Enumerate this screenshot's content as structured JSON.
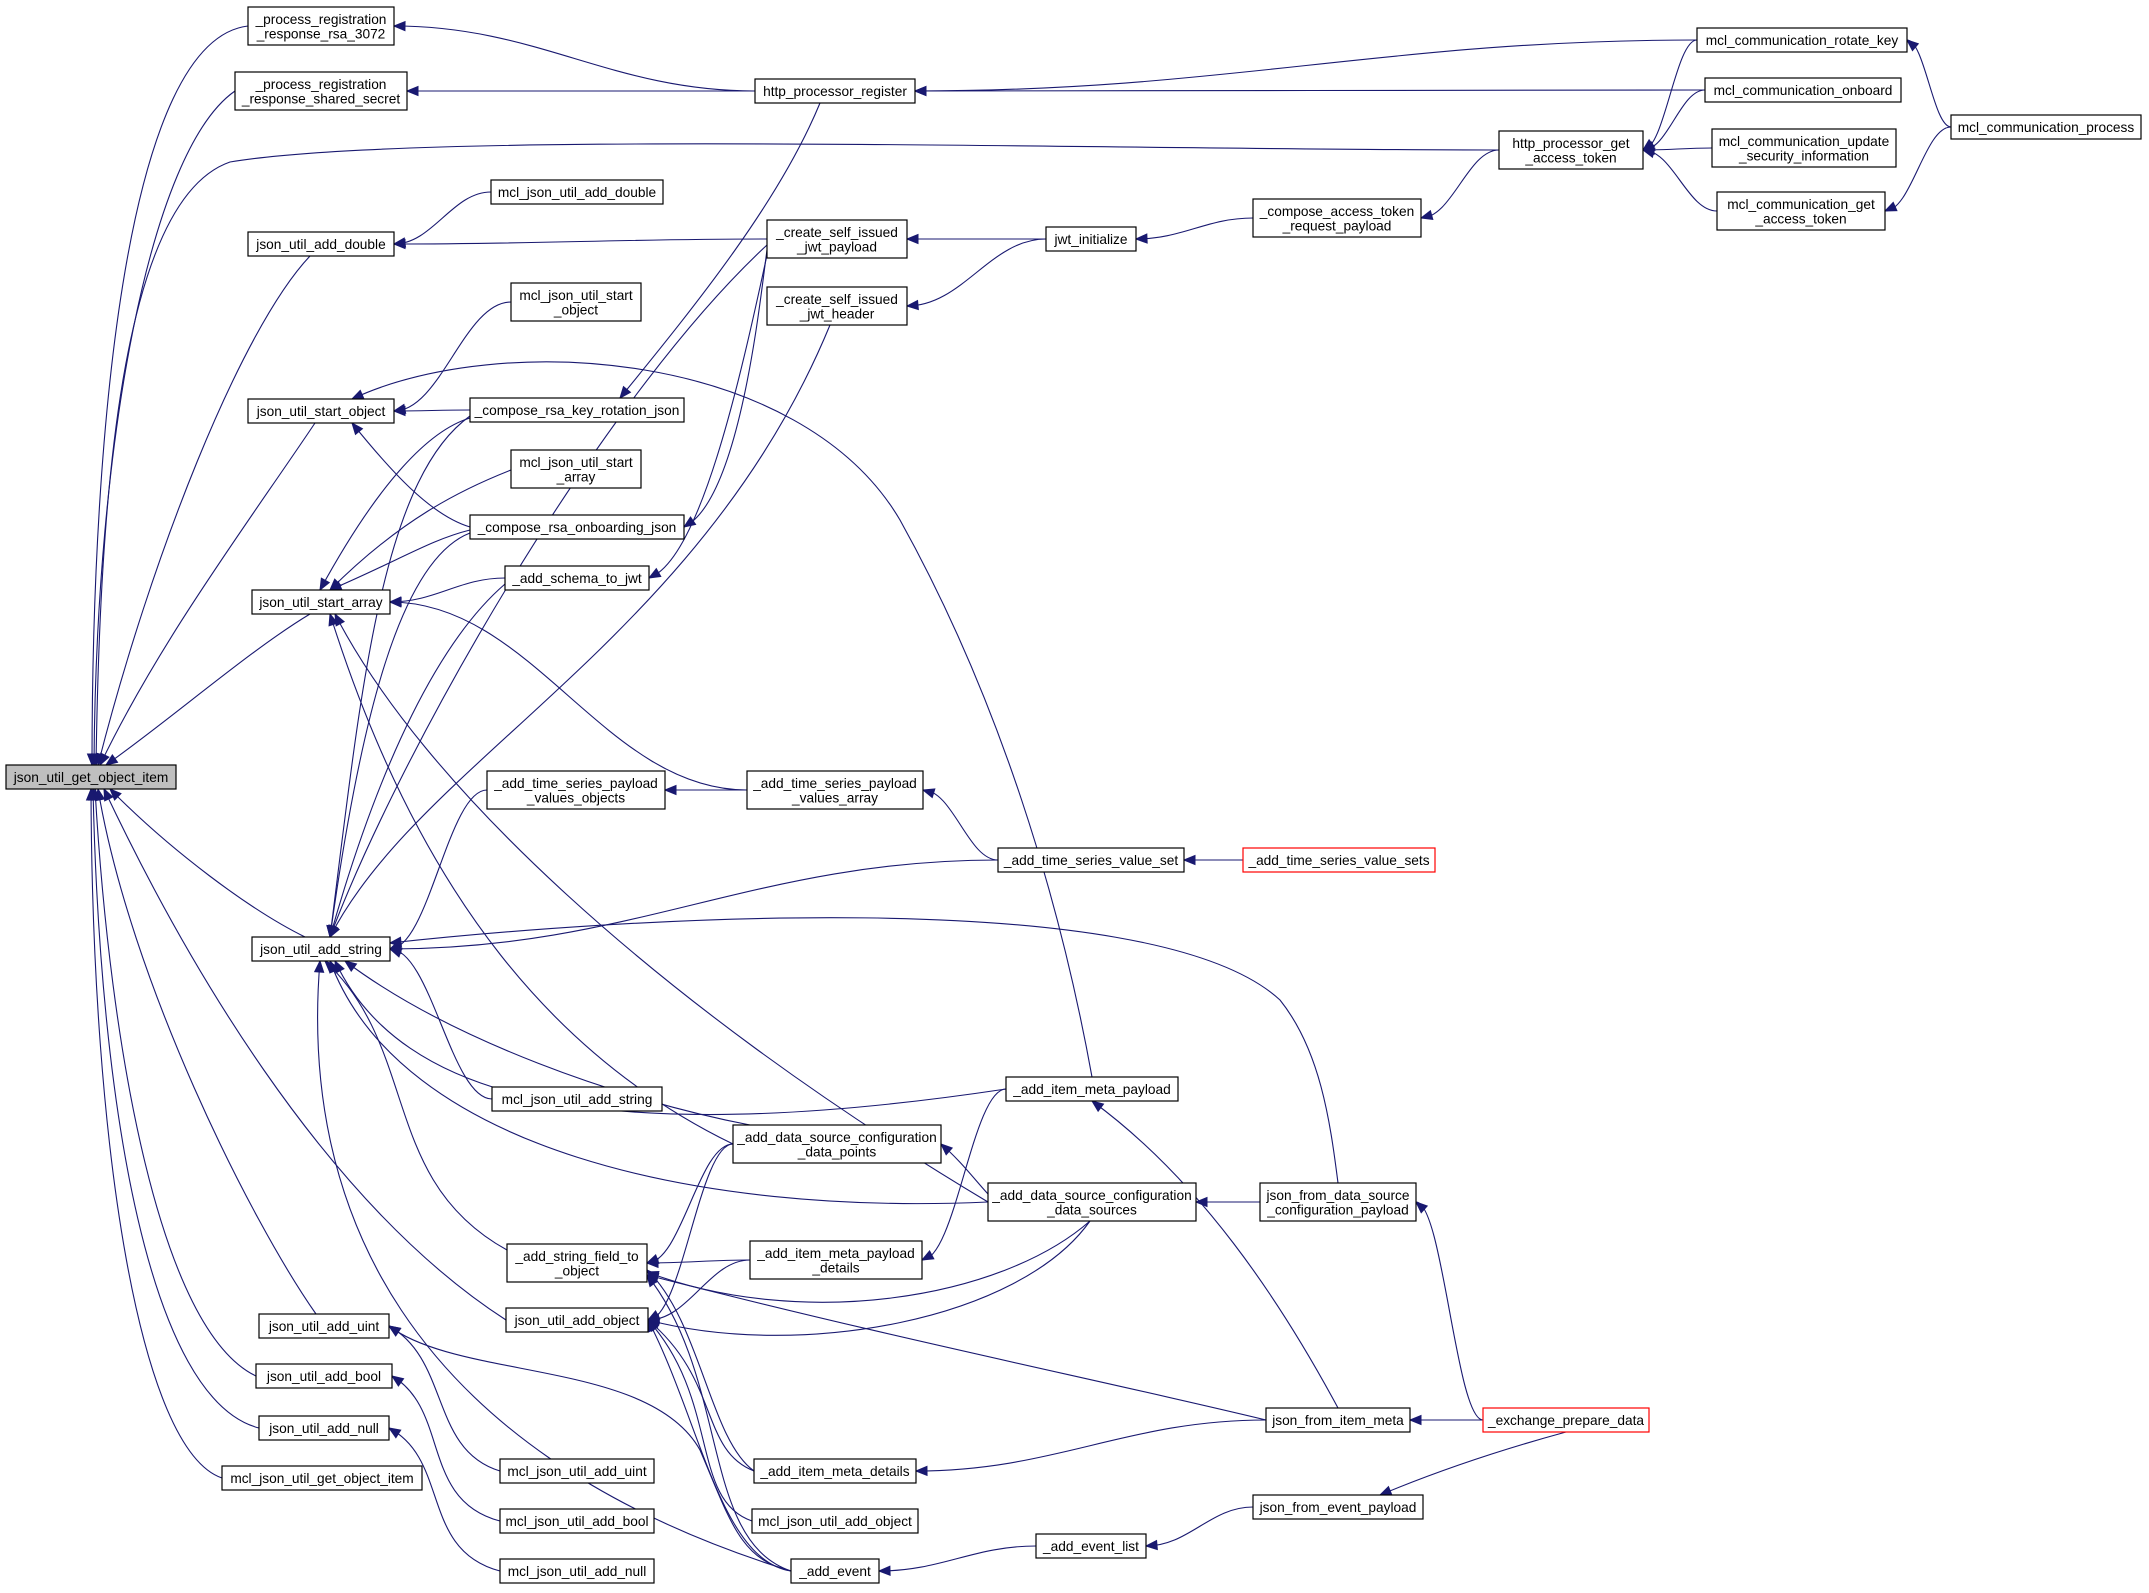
{
  "graph": {
    "edge_color": "#191970",
    "root_fill": "#bfbfbf",
    "truncated_border": "#ff0000",
    "nodes": [
      {
        "id": "n01",
        "lines": [
          "json_util_get_object_item"
        ],
        "root": true
      },
      {
        "id": "n02",
        "lines": [
          "_process_registration",
          "_response_rsa_3072"
        ]
      },
      {
        "id": "n03",
        "lines": [
          "_process_registration",
          "_response_shared_secret"
        ]
      },
      {
        "id": "n04",
        "lines": [
          "json_util_add_double"
        ]
      },
      {
        "id": "n05",
        "lines": [
          "json_util_start_object"
        ]
      },
      {
        "id": "n06",
        "lines": [
          "json_util_start_array"
        ]
      },
      {
        "id": "n07",
        "lines": [
          "json_util_add_string"
        ]
      },
      {
        "id": "n08",
        "lines": [
          "json_util_add_uint"
        ]
      },
      {
        "id": "n09",
        "lines": [
          "json_util_add_bool"
        ]
      },
      {
        "id": "n10",
        "lines": [
          "json_util_add_null"
        ]
      },
      {
        "id": "n11",
        "lines": [
          "mcl_json_util_get_object_item"
        ]
      },
      {
        "id": "n12",
        "lines": [
          "mcl_json_util_add_double"
        ]
      },
      {
        "id": "n13",
        "lines": [
          "mcl_json_util_start",
          "_object"
        ]
      },
      {
        "id": "n14",
        "lines": [
          "_compose_rsa_key_rotation_json"
        ]
      },
      {
        "id": "n15",
        "lines": [
          "mcl_json_util_start",
          "_array"
        ]
      },
      {
        "id": "n16",
        "lines": [
          "_compose_rsa_onboarding_json"
        ]
      },
      {
        "id": "n17",
        "lines": [
          "_add_schema_to_jwt"
        ]
      },
      {
        "id": "n18",
        "lines": [
          "_add_time_series_payload",
          "_values_objects"
        ]
      },
      {
        "id": "n19",
        "lines": [
          "mcl_json_util_add_string"
        ]
      },
      {
        "id": "n20",
        "lines": [
          "_add_string_field_to",
          "_object"
        ]
      },
      {
        "id": "n21",
        "lines": [
          "json_util_add_object"
        ]
      },
      {
        "id": "n22",
        "lines": [
          "mcl_json_util_add_uint"
        ]
      },
      {
        "id": "n23",
        "lines": [
          "mcl_json_util_add_bool"
        ]
      },
      {
        "id": "n24",
        "lines": [
          "mcl_json_util_add_null"
        ]
      },
      {
        "id": "n25",
        "lines": [
          "http_processor_register"
        ]
      },
      {
        "id": "n26",
        "lines": [
          "_create_self_issued",
          "_jwt_payload"
        ]
      },
      {
        "id": "n27",
        "lines": [
          "_create_self_issued",
          "_jwt_header"
        ]
      },
      {
        "id": "n28",
        "lines": [
          "_add_time_series_payload",
          "_values_array"
        ]
      },
      {
        "id": "n29",
        "lines": [
          "_add_data_source_configuration",
          "_data_points"
        ]
      },
      {
        "id": "n30",
        "lines": [
          "_add_item_meta_payload",
          "_details"
        ]
      },
      {
        "id": "n31",
        "lines": [
          "_add_item_meta_details"
        ]
      },
      {
        "id": "n32",
        "lines": [
          "mcl_json_util_add_object"
        ]
      },
      {
        "id": "n33",
        "lines": [
          "_add_event"
        ]
      },
      {
        "id": "n34",
        "lines": [
          "jwt_initialize"
        ]
      },
      {
        "id": "n35",
        "lines": [
          "_add_time_series_value_set"
        ]
      },
      {
        "id": "n36",
        "lines": [
          "_add_item_meta_payload"
        ]
      },
      {
        "id": "n37",
        "lines": [
          "_add_data_source_configuration",
          "_data_sources"
        ]
      },
      {
        "id": "n38",
        "lines": [
          "_add_event_list"
        ]
      },
      {
        "id": "n39",
        "lines": [
          "_compose_access_token",
          "_request_payload"
        ]
      },
      {
        "id": "n40",
        "lines": [
          "_add_time_series_value_sets"
        ],
        "truncated": true
      },
      {
        "id": "n41",
        "lines": [
          "json_from_data_source",
          "_configuration_payload"
        ]
      },
      {
        "id": "n42",
        "lines": [
          "json_from_item_meta"
        ]
      },
      {
        "id": "n43",
        "lines": [
          "json_from_event_payload"
        ]
      },
      {
        "id": "n44",
        "lines": [
          "http_processor_get",
          "_access_token"
        ]
      },
      {
        "id": "n45",
        "lines": [
          "_exchange_prepare_data"
        ],
        "truncated": true
      },
      {
        "id": "n46",
        "lines": [
          "mcl_communication_rotate_key"
        ]
      },
      {
        "id": "n47",
        "lines": [
          "mcl_communication_onboard"
        ]
      },
      {
        "id": "n48",
        "lines": [
          "mcl_communication_update",
          "_security_information"
        ]
      },
      {
        "id": "n49",
        "lines": [
          "mcl_communication_get",
          "_access_token"
        ]
      },
      {
        "id": "n50",
        "lines": [
          "mcl_communication_process"
        ]
      }
    ],
    "edges": [
      [
        "n01",
        "n02"
      ],
      [
        "n01",
        "n03"
      ],
      [
        "n01",
        "n44"
      ],
      [
        "n01",
        "n04"
      ],
      [
        "n01",
        "n05"
      ],
      [
        "n01",
        "n06"
      ],
      [
        "n01",
        "n07"
      ],
      [
        "n01",
        "n21"
      ],
      [
        "n01",
        "n08"
      ],
      [
        "n01",
        "n09"
      ],
      [
        "n01",
        "n10"
      ],
      [
        "n01",
        "n11"
      ],
      [
        "n02",
        "n25"
      ],
      [
        "n03",
        "n25"
      ],
      [
        "n25",
        "n46"
      ],
      [
        "n25",
        "n47"
      ],
      [
        "n44",
        "n46"
      ],
      [
        "n44",
        "n47"
      ],
      [
        "n44",
        "n48"
      ],
      [
        "n44",
        "n49"
      ],
      [
        "n46",
        "n50"
      ],
      [
        "n49",
        "n50"
      ],
      [
        "n04",
        "n12"
      ],
      [
        "n04",
        "n26"
      ],
      [
        "n05",
        "n13"
      ],
      [
        "n05",
        "n14"
      ],
      [
        "n05",
        "n16"
      ],
      [
        "n05",
        "n36"
      ],
      [
        "n06",
        "n15"
      ],
      [
        "n06",
        "n14"
      ],
      [
        "n06",
        "n16"
      ],
      [
        "n06",
        "n17"
      ],
      [
        "n06",
        "n28"
      ],
      [
        "n06",
        "n29"
      ],
      [
        "n06",
        "n37"
      ],
      [
        "n07",
        "n14"
      ],
      [
        "n07",
        "n16"
      ],
      [
        "n07",
        "n17"
      ],
      [
        "n07",
        "n26"
      ],
      [
        "n07",
        "n27"
      ],
      [
        "n07",
        "n18"
      ],
      [
        "n07",
        "n35"
      ],
      [
        "n07",
        "n19"
      ],
      [
        "n07",
        "n29"
      ],
      [
        "n07",
        "n36"
      ],
      [
        "n07",
        "n37"
      ],
      [
        "n07",
        "n41"
      ],
      [
        "n07",
        "n20"
      ],
      [
        "n07",
        "n33"
      ],
      [
        "n14",
        "n25"
      ],
      [
        "n16",
        "n26"
      ],
      [
        "n17",
        "n26"
      ],
      [
        "n26",
        "n34"
      ],
      [
        "n27",
        "n34"
      ],
      [
        "n34",
        "n39"
      ],
      [
        "n39",
        "n44"
      ],
      [
        "n18",
        "n28"
      ],
      [
        "n28",
        "n35"
      ],
      [
        "n35",
        "n40"
      ],
      [
        "n20",
        "n29"
      ],
      [
        "n20",
        "n30"
      ],
      [
        "n20",
        "n37"
      ],
      [
        "n20",
        "n31"
      ],
      [
        "n20",
        "n42"
      ],
      [
        "n20",
        "n33"
      ],
      [
        "n21",
        "n29"
      ],
      [
        "n21",
        "n30"
      ],
      [
        "n21",
        "n37"
      ],
      [
        "n21",
        "n31"
      ],
      [
        "n21",
        "n32"
      ],
      [
        "n21",
        "n33"
      ],
      [
        "n08",
        "n22"
      ],
      [
        "n08",
        "n33"
      ],
      [
        "n09",
        "n23"
      ],
      [
        "n10",
        "n24"
      ],
      [
        "n29",
        "n37"
      ],
      [
        "n30",
        "n36"
      ],
      [
        "n36",
        "n42"
      ],
      [
        "n37",
        "n41"
      ],
      [
        "n41",
        "n45"
      ],
      [
        "n31",
        "n42"
      ],
      [
        "n42",
        "n45"
      ],
      [
        "n33",
        "n38"
      ],
      [
        "n38",
        "n43"
      ],
      [
        "n43",
        "n45"
      ]
    ]
  }
}
